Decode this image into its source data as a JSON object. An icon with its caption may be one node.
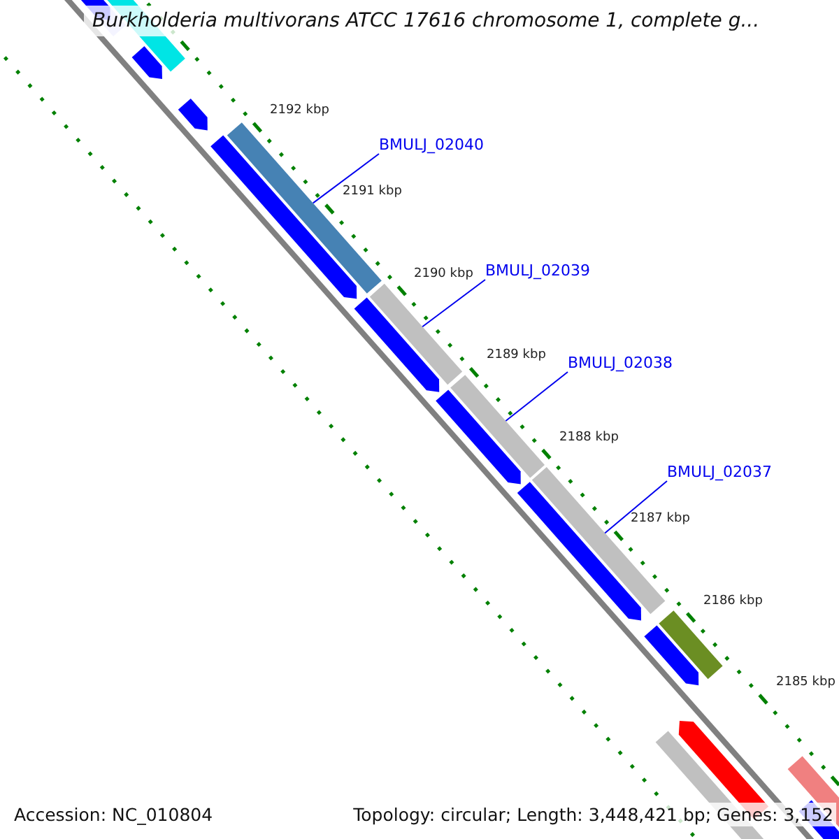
{
  "diagram": {
    "title": "Burkholderia multivorans ATCC 17616 chromosome 1, complete g...",
    "nodes": [
      {
        "text": [
          "BMULJ_02040"
        ]
      },
      {
        "text": [
          "BMULJ_02039"
        ]
      },
      {
        "text": [
          "BMULJ_02038"
        ]
      },
      {
        "text": [
          "BMULJ_02037"
        ]
      },
      {
        "text": [],
        "shape": "bar"
      },
      {
        "text": [],
        "shape": "bar"
      },
      {
        "text": [],
        "shape": "bar"
      },
      {
        "text": [],
        "shape": "bar"
      }
    ],
    "edges": [
      {
        "from": 0,
        "to": 4,
        "arrow": "none"
      },
      {
        "from": 1,
        "to": 5,
        "arrow": "none"
      },
      {
        "from": 2,
        "to": 6,
        "arrow": "none"
      },
      {
        "from": 3,
        "to": 7,
        "arrow": "none"
      }
    ],
    "labels": [
      "2192 kbp",
      "2191 kbp",
      "2190 kbp",
      "2189 kbp",
      "2188 kbp",
      "2187 kbp",
      "2186 kbp",
      "2185 kbp",
      "Accession: NC_010804",
      "Topology: circular; Length: 3,448,421 bp; Genes: 3,152"
    ]
  }
}
